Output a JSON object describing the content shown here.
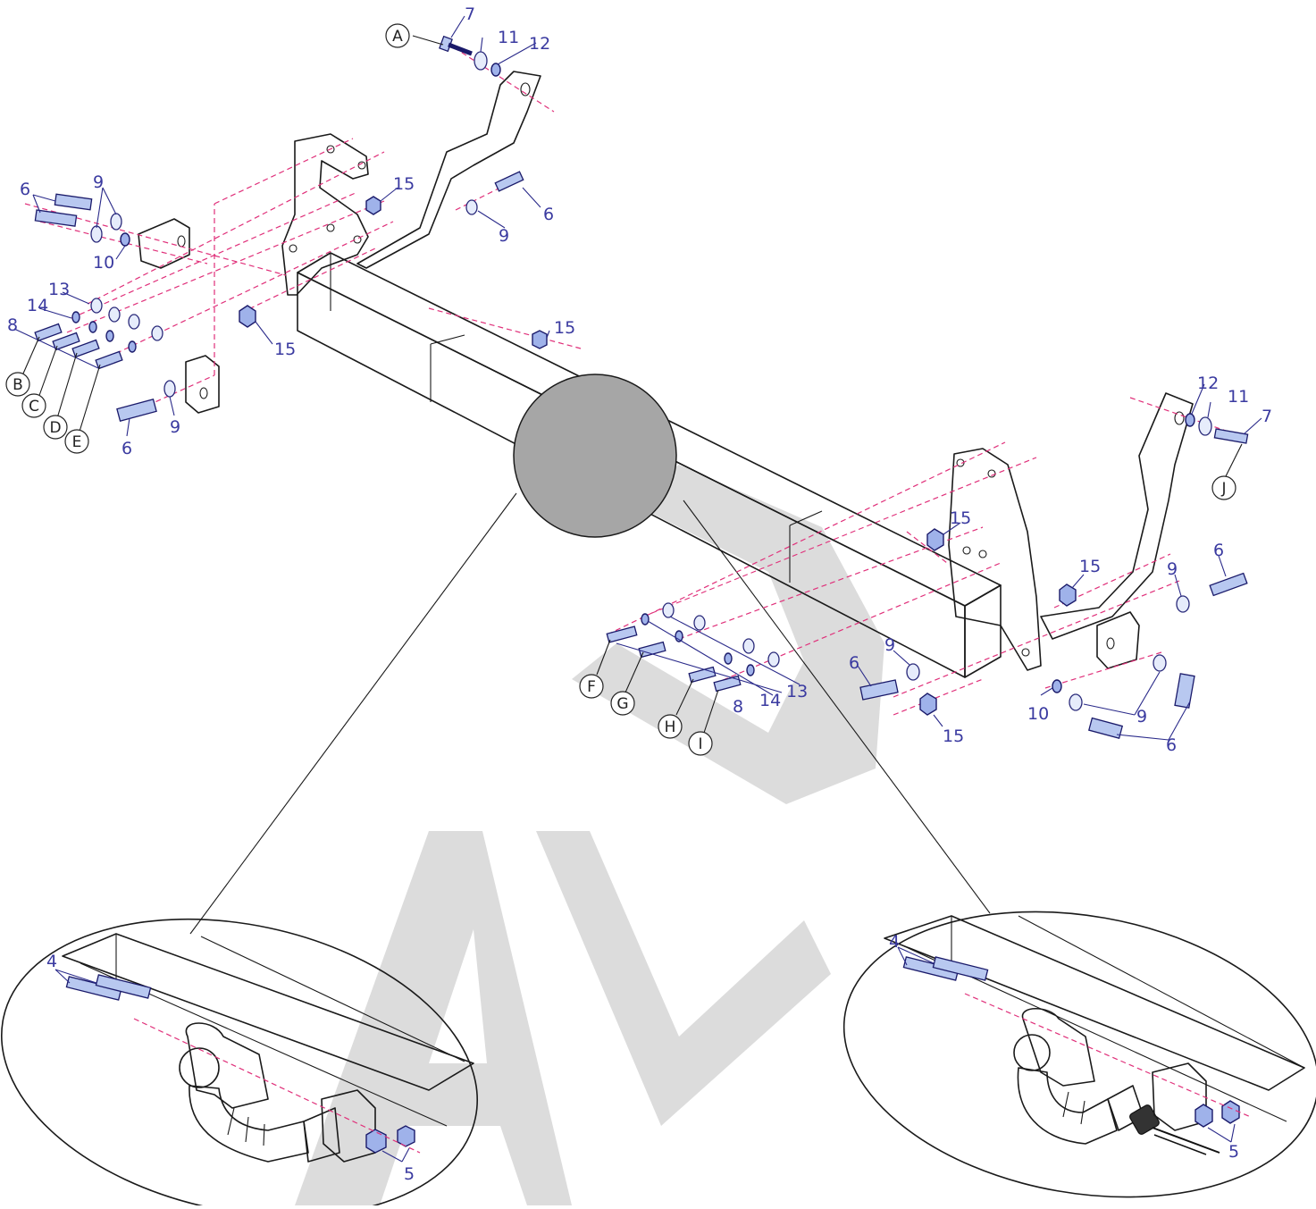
{
  "diagram": {
    "part_numbers": {
      "p4a": "4",
      "p4b": "4",
      "p5a": "5",
      "p5b": "5",
      "p6a": "6",
      "p6b": "6",
      "p6c": "6",
      "p6d": "6",
      "p6e": "6",
      "p6f": "6",
      "p7a": "7",
      "p7b": "7",
      "p8a": "8",
      "p8b": "8",
      "p9a": "9",
      "p9b": "9",
      "p9c": "9",
      "p9d": "9",
      "p9e": "9",
      "p9f": "9",
      "p10a": "10",
      "p10b": "10",
      "p11a": "11",
      "p11b": "11",
      "p12a": "12",
      "p12b": "12",
      "p13a": "13",
      "p13b": "13",
      "p14a": "14",
      "p14b": "14",
      "p15a": "15",
      "p15b": "15",
      "p15c": "15",
      "p15d": "15",
      "p15e": "15",
      "p15f": "15"
    },
    "callout_letters": {
      "A": "A",
      "B": "B",
      "C": "C",
      "D": "D",
      "E": "E",
      "F": "F",
      "G": "G",
      "H": "H",
      "I": "I",
      "J": "J"
    },
    "watermark": "ALD",
    "colors": {
      "line": "#1a1a1a",
      "dash": "#e0307a",
      "fastener": "#3a3aa0",
      "watermark": "#d9d9d9",
      "center_disc": "#a6a6a6"
    }
  }
}
